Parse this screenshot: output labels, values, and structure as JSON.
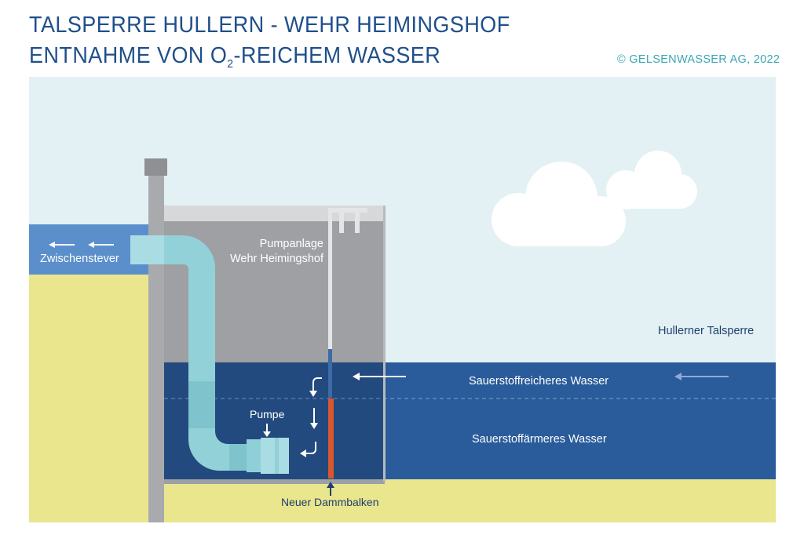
{
  "header": {
    "title_line1": "TALSPERRE HULLERN - WEHR HEIMINGSHOF",
    "title_line2_prefix": "ENTNAHME VON O",
    "title_line2_sub": "2",
    "title_line2_suffix": "-REICHEM WASSER",
    "copyright": "© GELSENWASSER AG, 2022"
  },
  "labels": {
    "zwischenstever": "Zwischenstever",
    "pumpanlage_line1": "Pumpanlage",
    "pumpanlage_line2": "Wehr Heimingshof",
    "hullerner_talsperre": "Hullerner Talsperre",
    "sauerstoffreicheres": "Sauerstoffreicheres Wasser",
    "sauerstoffaermeres": "Sauerstoffärmeres Wasser",
    "pumpe": "Pumpe",
    "neuer_dammbalken": "Neuer Dammbalken"
  },
  "colors": {
    "title": "#1f4f8b",
    "copyright": "#3aa8b4",
    "sky": "#e3f1f4",
    "ground": "#e9e68e",
    "reservoir_water": "#2a5b9a",
    "river_water": "#5b8fcc",
    "building": "#9ea0a4",
    "pipe": "#93d1d9",
    "dam_beam": "#d9572d"
  }
}
